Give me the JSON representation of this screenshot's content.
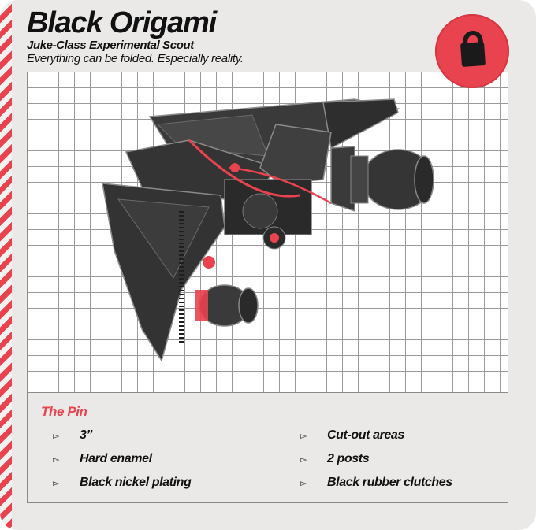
{
  "card": {
    "title": "Black Origami",
    "subtitle": "Juke-Class Experimental Scout",
    "tagline": "Everything can be folded. Especially reality."
  },
  "badge": {
    "icon": "lock-icon",
    "color": "#e8434f"
  },
  "pin": {
    "heading": "The Pin",
    "bullet_glyph": "▻",
    "specs_left": [
      "3”",
      "Hard enamel",
      "Black nickel plating"
    ],
    "specs_right": [
      "Cut-out areas",
      "2 posts",
      "Black rubber clutches"
    ]
  },
  "colors": {
    "accent": "#e8434f",
    "card_bg": "#ebe9e7",
    "grid_line": "#9a9a9a",
    "ship_dark": "#2f2f2f",
    "ship_mid": "#4a4a4a",
    "ship_highlight": "#7a7a7a"
  }
}
